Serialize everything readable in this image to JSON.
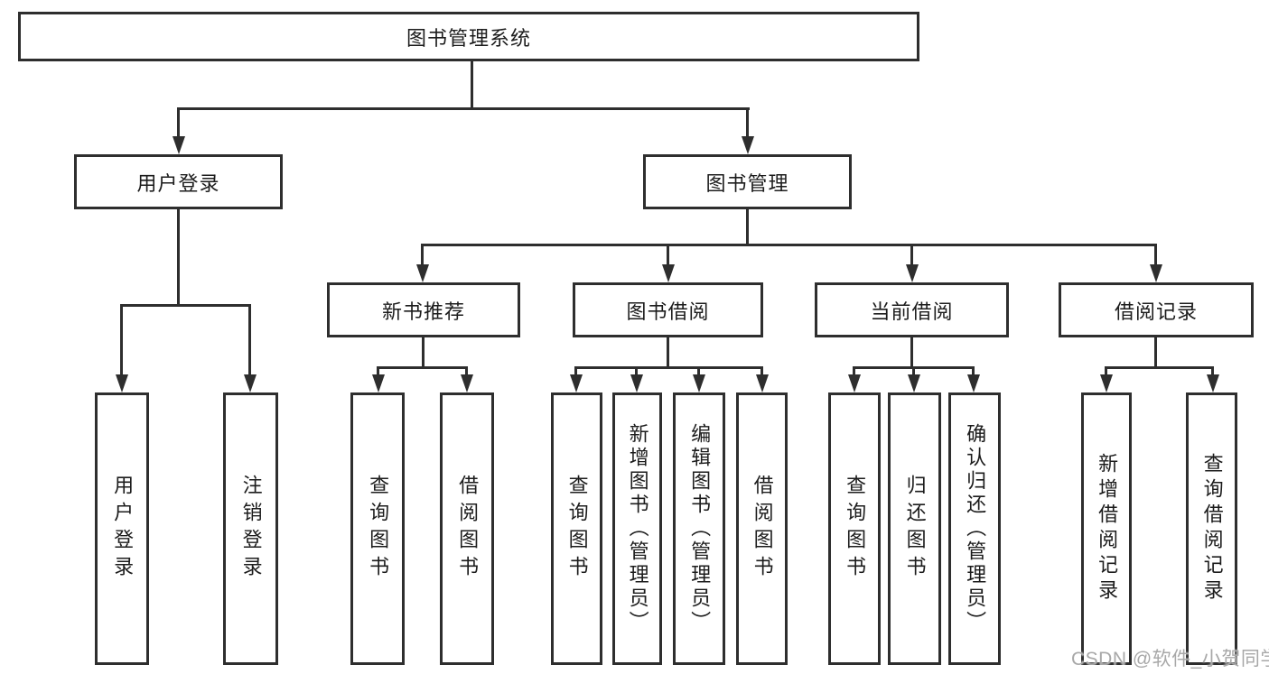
{
  "tree": {
    "root": {
      "label": "图书管理系统"
    },
    "children": [
      {
        "label": "用户登录",
        "children": [
          {
            "label": "用户登录"
          },
          {
            "label": "注销登录"
          }
        ]
      },
      {
        "label": "图书管理",
        "children": [
          {
            "label": "新书推荐",
            "children": [
              {
                "label": "查询图书"
              },
              {
                "label": "借阅图书"
              }
            ]
          },
          {
            "label": "图书借阅",
            "children": [
              {
                "label": "查询图书"
              },
              {
                "label": "新增图书（管理员）"
              },
              {
                "label": "编辑图书（管理员）"
              },
              {
                "label": "借阅图书"
              }
            ]
          },
          {
            "label": "当前借阅",
            "children": [
              {
                "label": "查询图书"
              },
              {
                "label": "归还图书"
              },
              {
                "label": "确认归还（管理员）"
              }
            ]
          },
          {
            "label": "借阅记录",
            "children": [
              {
                "label": "新增借阅记录"
              },
              {
                "label": "查询借阅记录"
              }
            ]
          }
        ]
      }
    ]
  },
  "watermark": {
    "text": "CSDN @软件_小贺同学"
  },
  "colors": {
    "line": "#2e2e2e",
    "border": "#2e2e2e",
    "text": "#1c1c1c",
    "watermark": "#a8a8a8",
    "background": "#ffffff"
  }
}
